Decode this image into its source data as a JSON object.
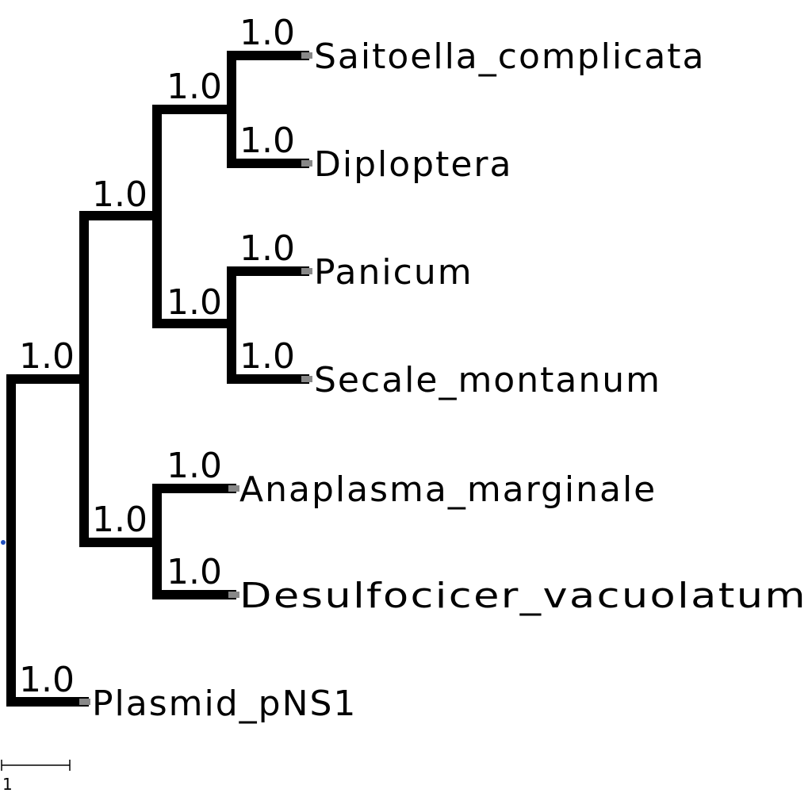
{
  "tree": {
    "leaves": [
      {
        "name": "Saitoella_complicata",
        "support": "1.0"
      },
      {
        "name": "Diploptera",
        "support": "1.0"
      },
      {
        "name": "Panicum",
        "support": "1.0"
      },
      {
        "name": "Secale_montanum",
        "support": "1.0"
      },
      {
        "name": "Anaplasma_marginale",
        "support": "1.0"
      },
      {
        "name": "Desulfocicer_vacuolatum",
        "support": "1.0"
      },
      {
        "name": "Plasmid_pNS1",
        "support": "1.0"
      }
    ],
    "internal_supports": {
      "saitoella_diploptera": "1.0",
      "panicum_secale": "1.0",
      "ingroup_four": "1.0",
      "anaplasma_desulfocicer": "1.0",
      "big_clade": "1.0"
    },
    "scale_bar": {
      "label": "1"
    },
    "colors": {
      "branch": "#000000",
      "tip_stub": "#888888",
      "root_dot": "#1f4fbf"
    }
  }
}
